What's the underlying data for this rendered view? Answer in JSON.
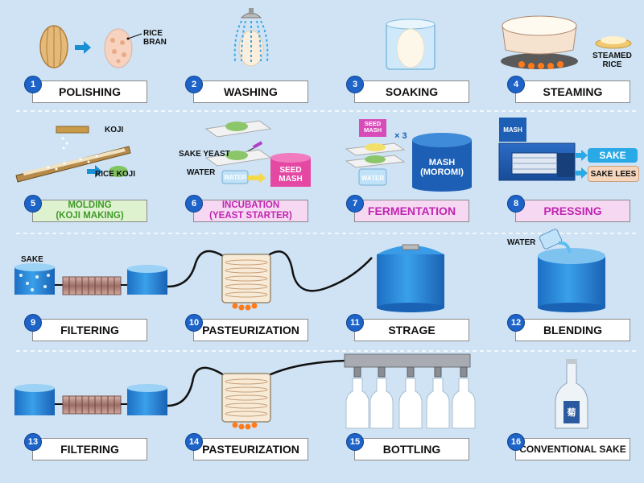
{
  "steps": [
    {
      "num": "1",
      "label": "POLISHING"
    },
    {
      "num": "2",
      "label": "WASHING"
    },
    {
      "num": "3",
      "label": "SOAKING"
    },
    {
      "num": "4",
      "label": "STEAMING"
    },
    {
      "num": "5",
      "label": "MOLDING\n(KOJI MAKING)"
    },
    {
      "num": "6",
      "label": "INCUBATION\n(YEAST STARTER)"
    },
    {
      "num": "7",
      "label": "FERMENTATION"
    },
    {
      "num": "8",
      "label": "PRESSING"
    },
    {
      "num": "9",
      "label": "FILTERING"
    },
    {
      "num": "10",
      "label": "PASTEURIZATION"
    },
    {
      "num": "11",
      "label": "STRAGE"
    },
    {
      "num": "12",
      "label": "BLENDING"
    },
    {
      "num": "13",
      "label": "FILTERING"
    },
    {
      "num": "14",
      "label": "PASTEURIZATION"
    },
    {
      "num": "15",
      "label": "BOTTLING"
    },
    {
      "num": "16",
      "label": "CONVENTIONAL SAKE"
    }
  ],
  "labels": {
    "rice_bran": "RICE\nBRAN",
    "steamed_rice": "STEAMED\nRICE",
    "koji": "KOJI",
    "rice_koji": "RICE KOJI",
    "sake_yeast": "SAKE YEAST",
    "water": "WATER",
    "water_tank": "WATER",
    "seed_mash": "SEED\nMASH",
    "seed_mash_small": "SEED\nMASH",
    "water_small": "WATER",
    "times_three": "× 3",
    "mash_moromi": "MASH\n(MOROMI)",
    "mash": "MASH",
    "sake_out": "SAKE",
    "sake_lees": "SAKE LEES",
    "sake_tank": "SAKE",
    "water_blend": "WATER"
  },
  "colors": {
    "background": "#cfe3f4",
    "number_badge": "#1e64c8",
    "tank_blue": "#2a8ee0",
    "green_text": "#3f9a2a",
    "pink_text": "#c125b0",
    "sake_tag": "#29a9e6",
    "lees_tag": "#f6d7bd"
  }
}
